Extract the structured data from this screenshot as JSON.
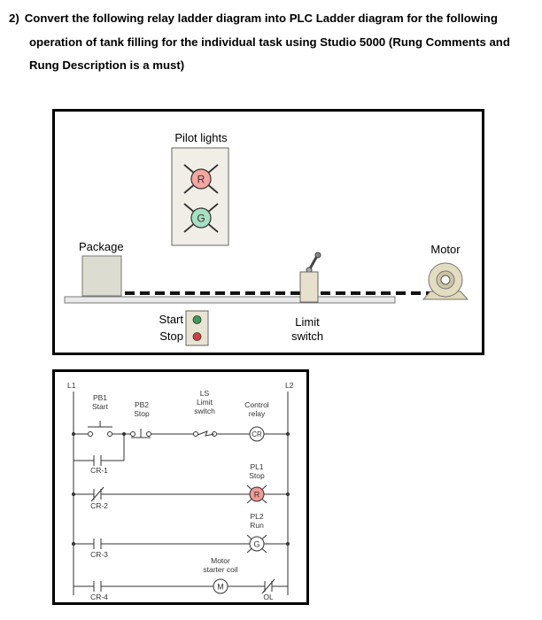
{
  "question": {
    "number": "2)",
    "line1": "Convert the following relay ladder diagram into PLC Ladder diagram for the following",
    "line2": "operation of tank filling for the individual task using Studio 5000 (Rung Comments and",
    "line3": "Rung Description is a must)"
  },
  "process": {
    "pilot_lights_label": "Pilot lights",
    "red_lamp_letter": "R",
    "green_lamp_letter": "G",
    "package_label": "Package",
    "motor_label": "Motor",
    "start_label": "Start",
    "stop_label": "Stop",
    "limit_switch_line1": "Limit",
    "limit_switch_line2": "switch",
    "colors": {
      "red_lamp": "#f4a6a0",
      "green_lamp": "#a8e0c4",
      "package": "#dcdcd0",
      "panel_bg": "#f0eee6"
    }
  },
  "ladder": {
    "rail_left": "L1",
    "rail_right": "L2",
    "pb1_line1": "PB1",
    "pb1_line2": "Start",
    "pb2_line1": "PB2",
    "pb2_line2": "Stop",
    "ls_line1": "LS",
    "ls_line2": "Limit",
    "ls_line3": "switch",
    "cr_label_line1": "Control",
    "cr_label_line2": "relay",
    "cr_coil": "CR",
    "cr1": "CR-1",
    "cr2": "CR-2",
    "cr3": "CR-3",
    "cr4": "CR-4",
    "pl1_line1": "PL1",
    "pl1_line2": "Stop",
    "pl1_letter": "R",
    "pl2_line1": "PL2",
    "pl2_line2": "Run",
    "pl2_letter": "G",
    "motor_line1": "Motor",
    "motor_line2": "starter coil",
    "motor_letter": "M",
    "ol": "OL"
  }
}
